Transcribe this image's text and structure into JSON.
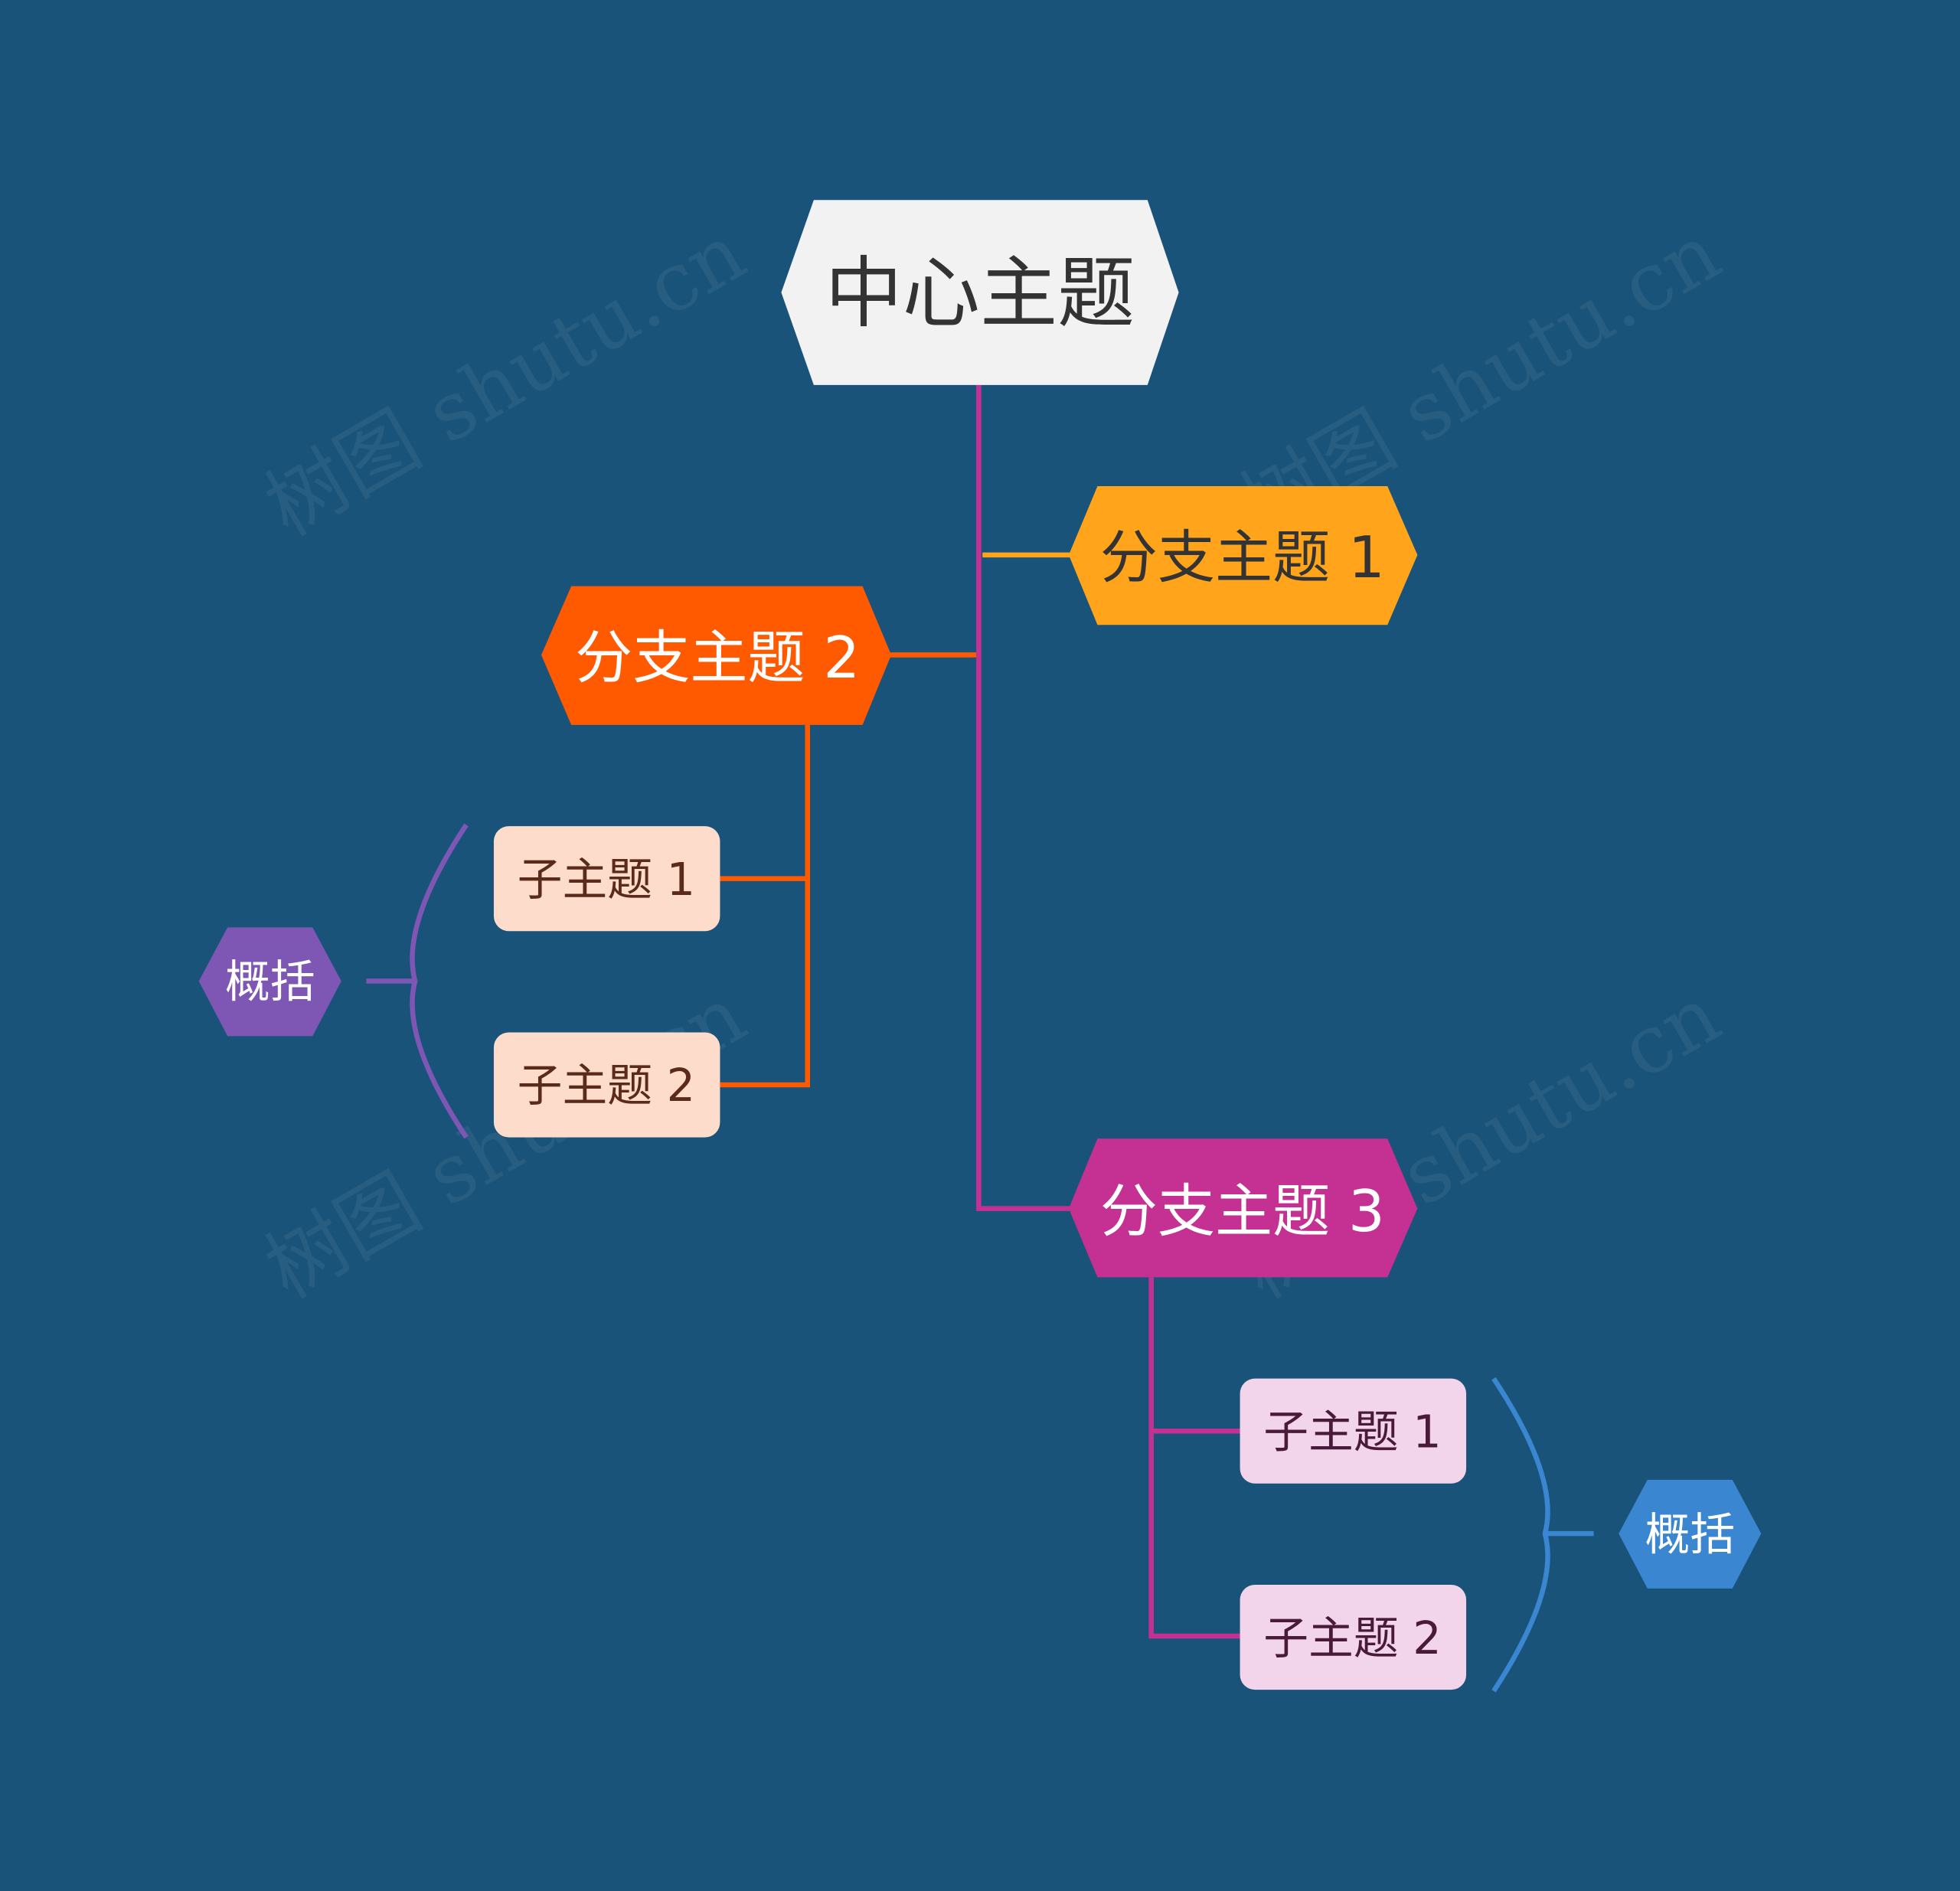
{
  "central": {
    "label": "中心主题",
    "color": "#f2f2f2",
    "text_color": "#333333"
  },
  "branches": [
    {
      "label": "分支主题 1",
      "color": "#ffa41b",
      "text_color": "#333333"
    },
    {
      "label": "分支主题 2",
      "color": "#ff5a00",
      "text_color": "#ffffff",
      "children": [
        {
          "label": "子主题 1"
        },
        {
          "label": "子主题 2"
        }
      ],
      "child_color": "#fddccb",
      "child_text_color": "#5a2a1a",
      "summary": {
        "label": "概括",
        "color": "#7e57b5"
      }
    },
    {
      "label": "分支主题 3",
      "color": "#c43192",
      "text_color": "#ffffff",
      "children": [
        {
          "label": "子主题 1"
        },
        {
          "label": "子主题 2"
        }
      ],
      "child_color": "#f2d5ea",
      "child_text_color": "#4a1a3a",
      "summary": {
        "label": "概括",
        "color": "#3a86d0"
      }
    }
  ],
  "watermark": "树图 shutu.cn"
}
